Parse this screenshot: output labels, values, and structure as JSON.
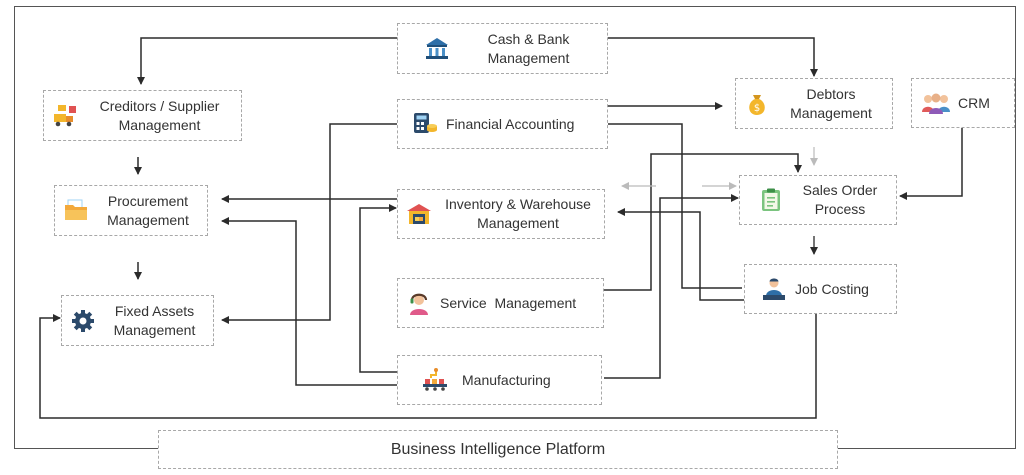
{
  "nodes": {
    "cash_bank": {
      "line1": "Cash & Bank",
      "line2": "Management",
      "icon": "bank-icon"
    },
    "creditors": {
      "line1": "Creditors / Supplier",
      "line2": "Management",
      "icon": "supplier-truck-icon"
    },
    "financial": {
      "label": "Financial Accounting",
      "icon": "calculator-coins-icon"
    },
    "debtors": {
      "line1": "Debtors",
      "line2": "Management",
      "icon": "money-bag-icon"
    },
    "crm": {
      "label": "CRM",
      "icon": "people-group-icon"
    },
    "procurement": {
      "line1": "Procurement",
      "line2": "Management",
      "icon": "folder-icon"
    },
    "inventory": {
      "line1": "Inventory & Warehouse",
      "line2": "Management",
      "icon": "warehouse-icon"
    },
    "sales_order": {
      "line1": "Sales Order",
      "line2": "Process",
      "icon": "clipboard-icon"
    },
    "fixed_assets": {
      "line1": "Fixed Assets",
      "line2": "Management",
      "icon": "gear-icon"
    },
    "service": {
      "label": "Service  Management",
      "icon": "support-agent-icon"
    },
    "job_costing": {
      "label": "Job Costing",
      "icon": "worker-desk-icon"
    },
    "manufacturing": {
      "label": "Manufacturing",
      "icon": "assembly-line-icon"
    }
  },
  "footer": {
    "label": "Business Intelligence Platform"
  },
  "colors": {
    "border": "#a8a8a8",
    "frame": "#555555",
    "line": "#2b2b2b",
    "faint_line": "#bbbbbb"
  }
}
